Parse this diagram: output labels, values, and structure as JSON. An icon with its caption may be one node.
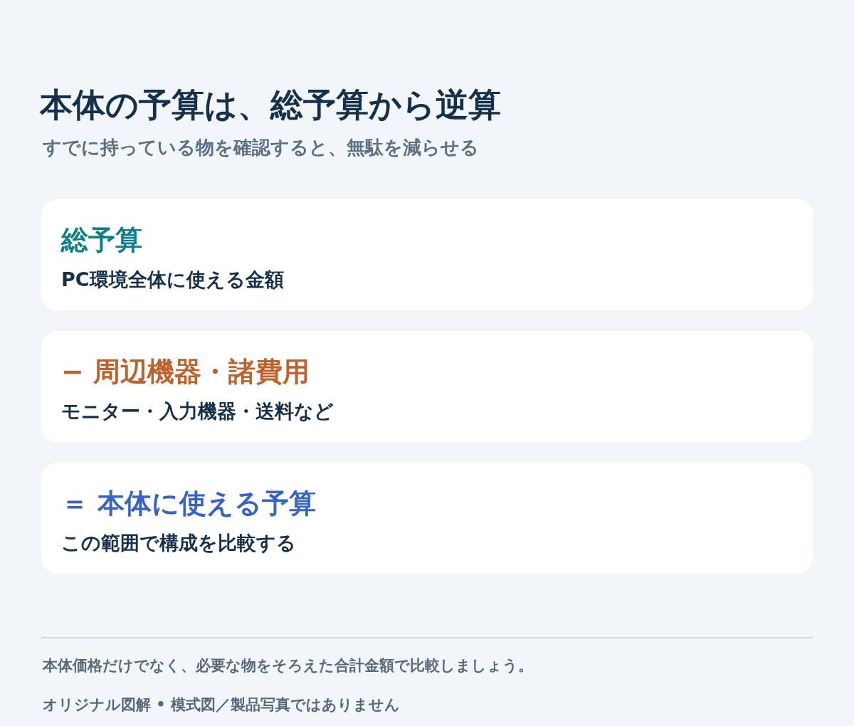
{
  "diagram": {
    "title": "本体の予算は、総予算から逆算",
    "nodes": [
      {
        "text": [
          "総予算",
          "PC環境全体に使える金額"
        ]
      },
      {
        "text": [
          "− 周辺機器・諸費用",
          "モニター・入力機器・送料など"
        ]
      },
      {
        "text": [
          "＝ 本体に使える予算",
          "この範囲で構成を比較する"
        ]
      }
    ],
    "edges": [],
    "labels": [
      "すでに持っている物を確認すると、無駄を減らせる",
      "本体価格だけでなく、必要な物をそろえた合計金額で比較しましょう。",
      "オリジナル図解 • 模式図／製品写真ではありません"
    ]
  }
}
